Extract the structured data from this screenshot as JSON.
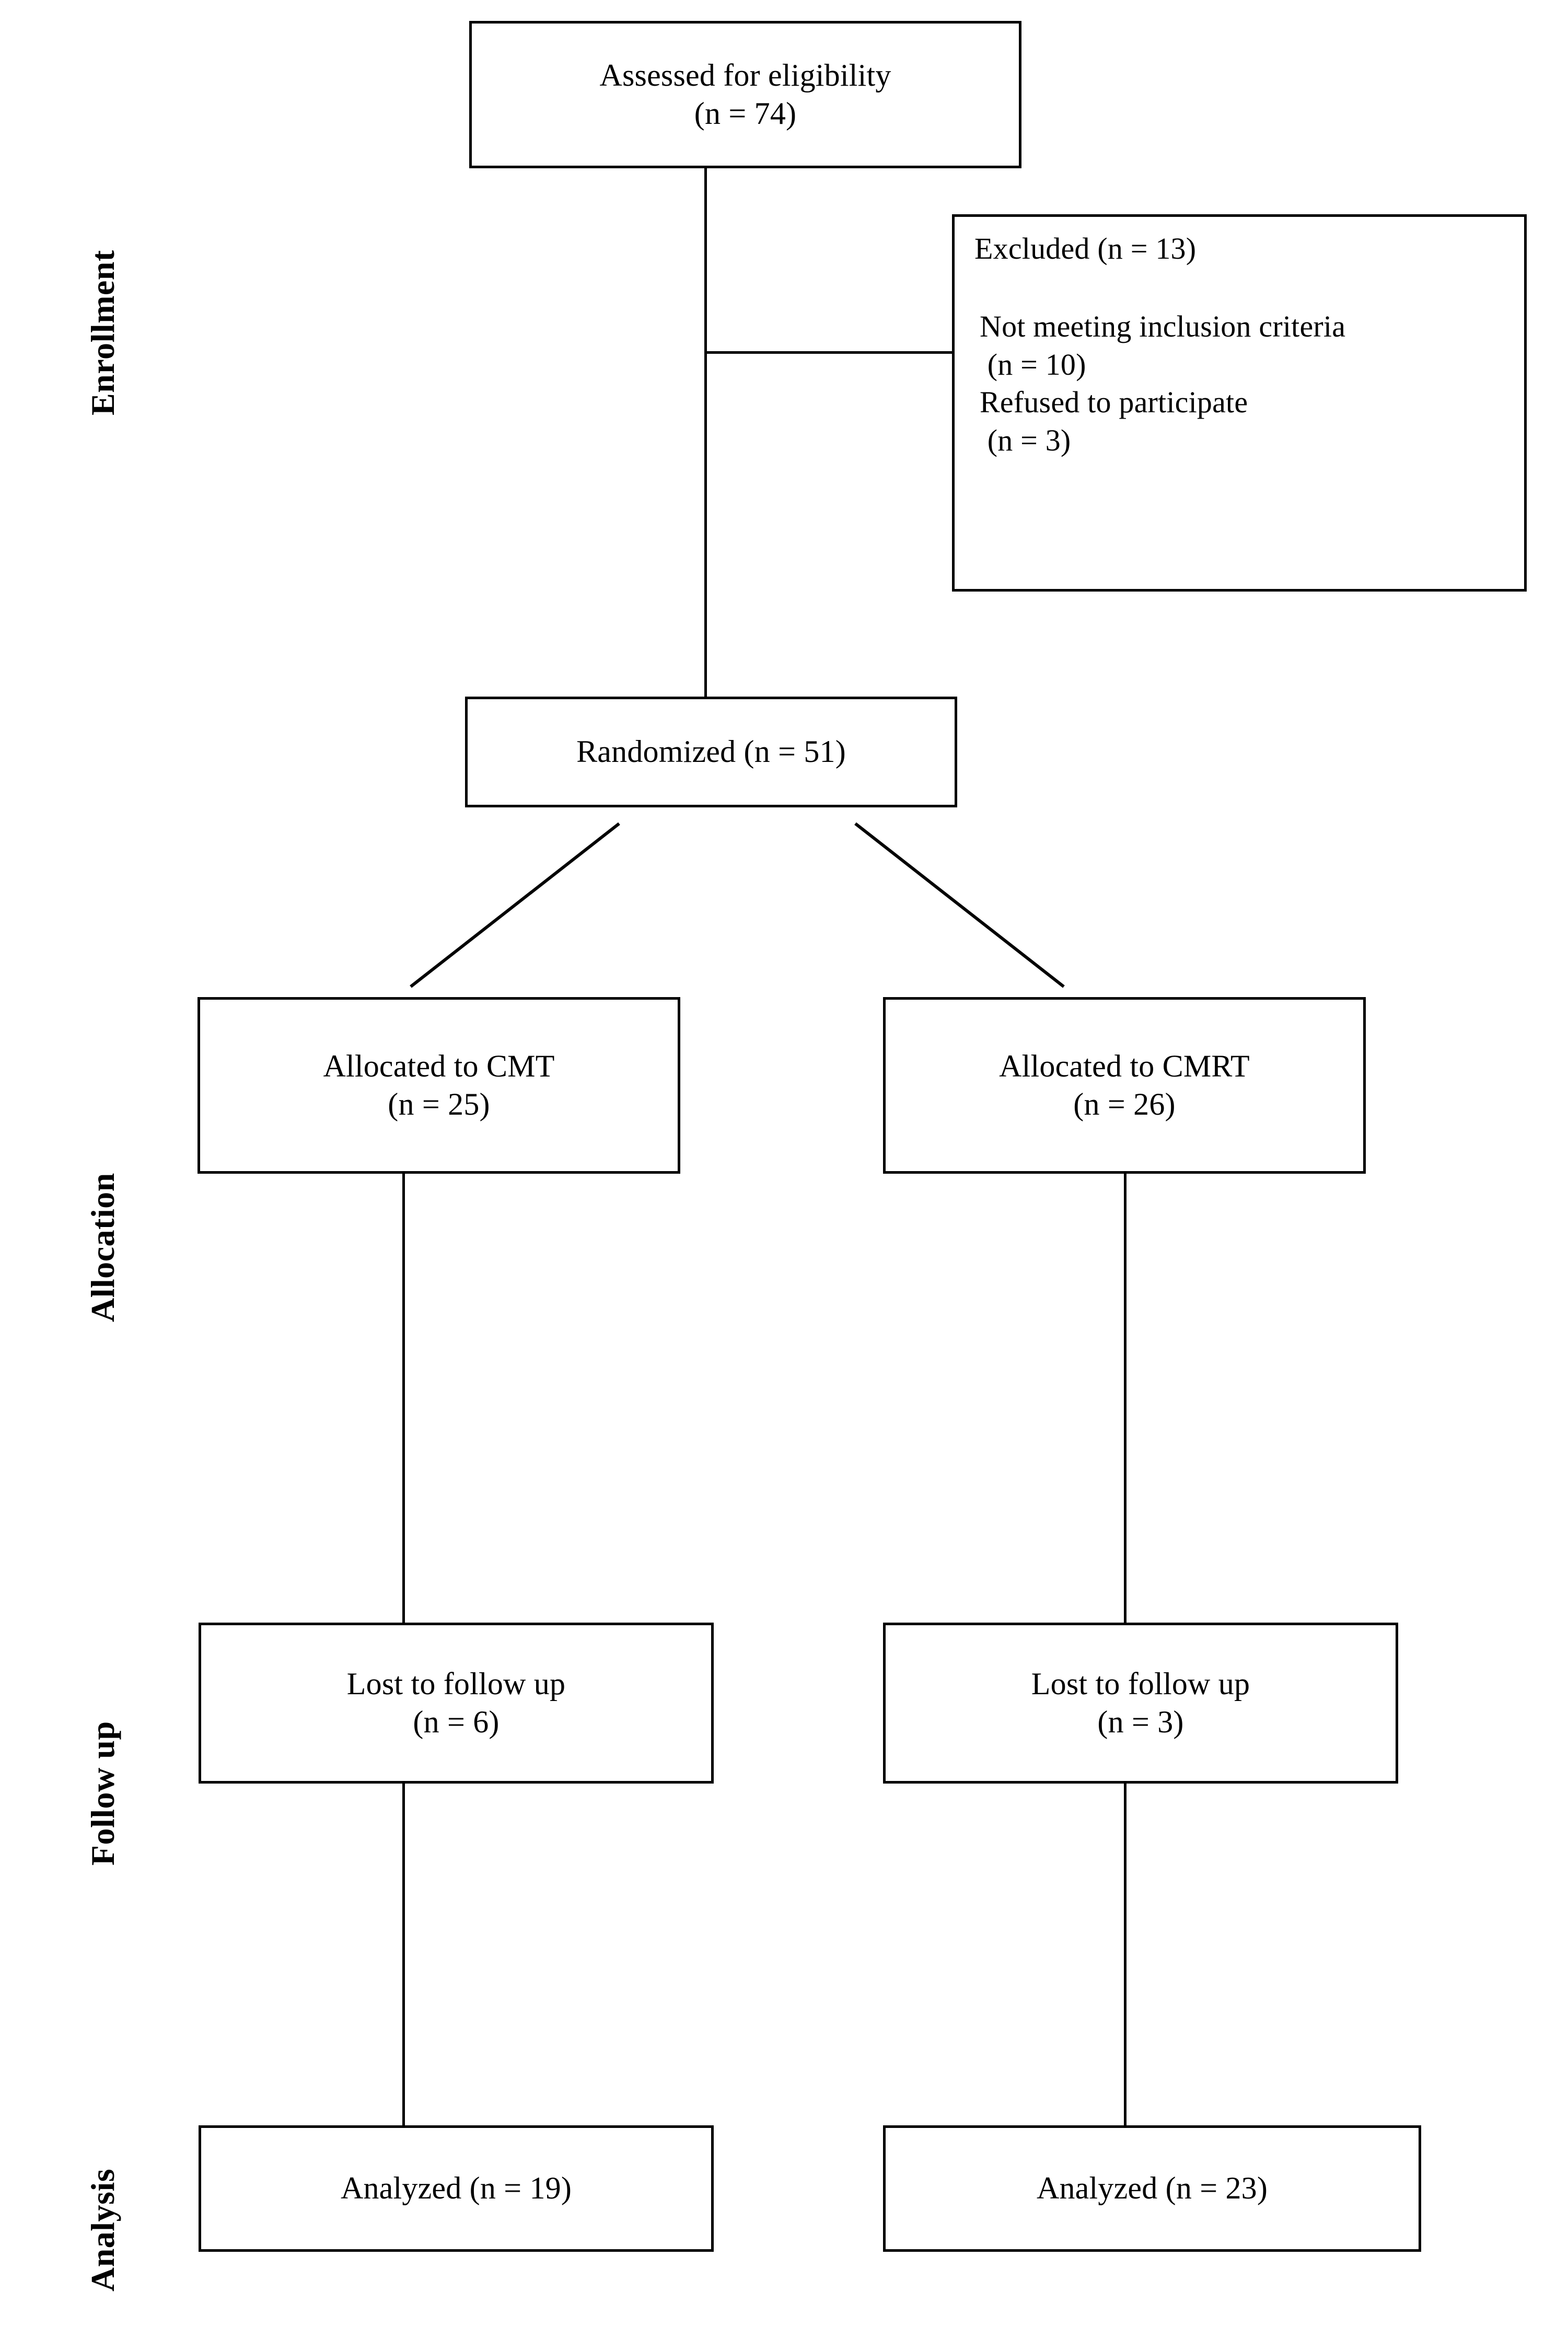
{
  "diagram": {
    "type": "consort-flow-diagram",
    "stage_labels": [
      {
        "id": "enrollment",
        "text": "Enrollment"
      },
      {
        "id": "allocation",
        "text": "Allocation"
      },
      {
        "id": "follow-up",
        "text": "Follow up"
      },
      {
        "id": "analysis",
        "text": "Analysis"
      }
    ],
    "nodes": {
      "assessed": {
        "line1": "Assessed for eligibility",
        "line2": "(n = 74)"
      },
      "excluded": {
        "heading": "Excluded (n = 13)",
        "reason1": "Not meeting inclusion criteria",
        "reason1_n": " (n = 10)",
        "reason2": "Refused to participate",
        "reason2_n": " (n = 3)"
      },
      "randomized": {
        "line1": "Randomized (n = 51)"
      },
      "allocated_left": {
        "line1": "Allocated to CMT",
        "line2": "(n = 25)"
      },
      "allocated_right": {
        "line1": "Allocated to CMRT",
        "line2": "(n = 26)"
      },
      "lost_left": {
        "line1": "Lost to follow up",
        "line2": "(n = 6)"
      },
      "lost_right": {
        "line1": "Lost to follow up",
        "line2": "(n = 3)"
      },
      "analyzed_left": {
        "line1": "Analyzed (n = 19)"
      },
      "analyzed_right": {
        "line1": "Analyzed (n = 23)"
      }
    },
    "colors": {
      "stroke": "#000000",
      "background": "#ffffff",
      "text": "#000000"
    }
  }
}
